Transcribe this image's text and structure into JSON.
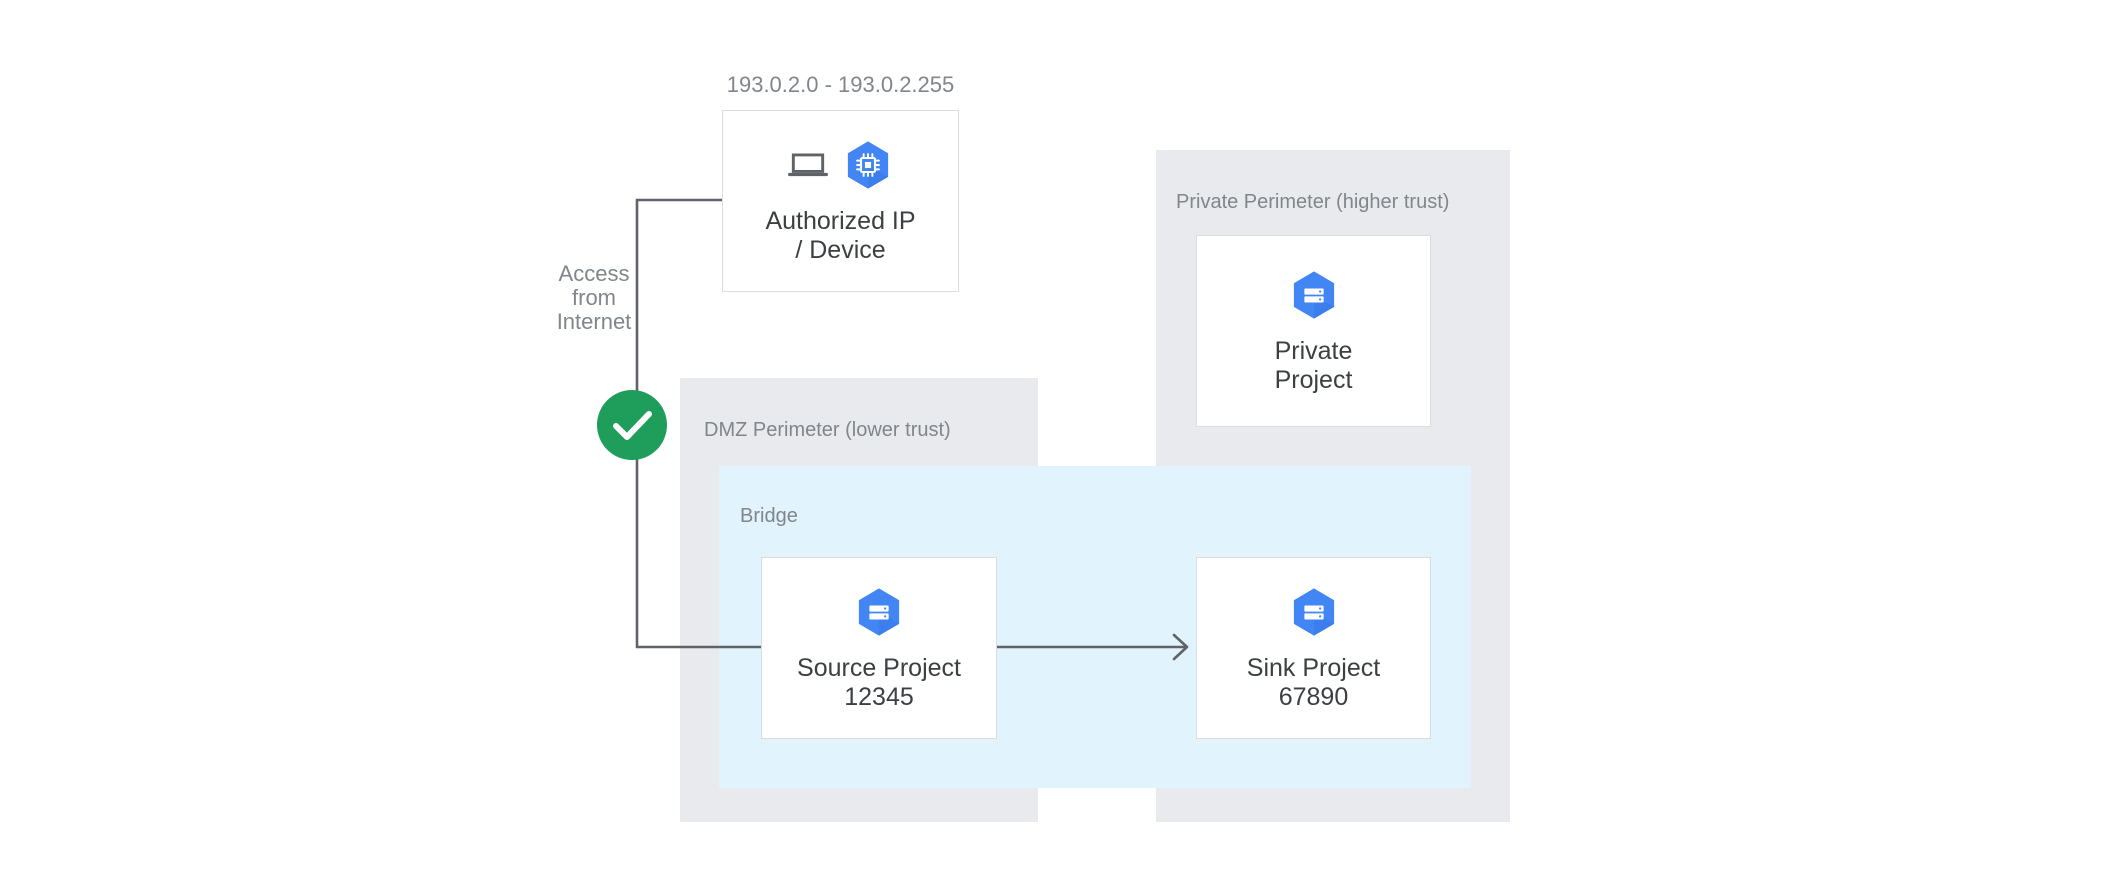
{
  "diagram": {
    "title": "VPC Service Controls bridge between DMZ and private perimeters",
    "colors": {
      "perimeter_bg": "#E8EAED",
      "bridge_bg": "#E1F3FC",
      "node_bg": "#FFFFFF",
      "node_border": "#DADCE0",
      "label_gray": "#80868B",
      "node_text": "#3C4043",
      "icon_blue": "#4285F4",
      "icon_blue_shade": "#3B78E7",
      "icon_gray": "#5F6368",
      "check_green": "#1E9E5A",
      "connector_gray": "#5F6368"
    }
  },
  "labels": {
    "ip_range": "193.0.2.0 - 193.0.2.255",
    "access_from_internet": "Access\nfrom\nInternet"
  },
  "perimeters": [
    {
      "id": "dmz",
      "label": "DMZ Perimeter (lower trust)",
      "trust": "lower"
    },
    {
      "id": "private",
      "label": "Private Perimeter (higher trust)",
      "trust": "higher"
    }
  ],
  "bridge": {
    "label": "Bridge"
  },
  "nodes": [
    {
      "id": "authorized-ip-device",
      "label": "Authorized IP\n/ Device",
      "icons": [
        "laptop-icon",
        "iot-core-icon"
      ]
    },
    {
      "id": "private-project",
      "label": "Private\nProject",
      "icons": [
        "project-icon"
      ]
    },
    {
      "id": "source-project",
      "label": "Source Project\n12345",
      "icons": [
        "project-icon"
      ]
    },
    {
      "id": "sink-project",
      "label": "Sink Project\n67890",
      "icons": [
        "project-icon"
      ]
    }
  ],
  "connectors": [
    {
      "id": "internet-to-source",
      "from": "authorized-ip-device",
      "to": "source-project",
      "arrowhead": false,
      "badge": "allowed-check"
    },
    {
      "id": "source-to-sink",
      "from": "source-project",
      "to": "sink-project",
      "arrowhead": true,
      "badge": null
    }
  ],
  "badges": {
    "allowed_check": {
      "name": "check-circle",
      "status": "allowed"
    }
  }
}
